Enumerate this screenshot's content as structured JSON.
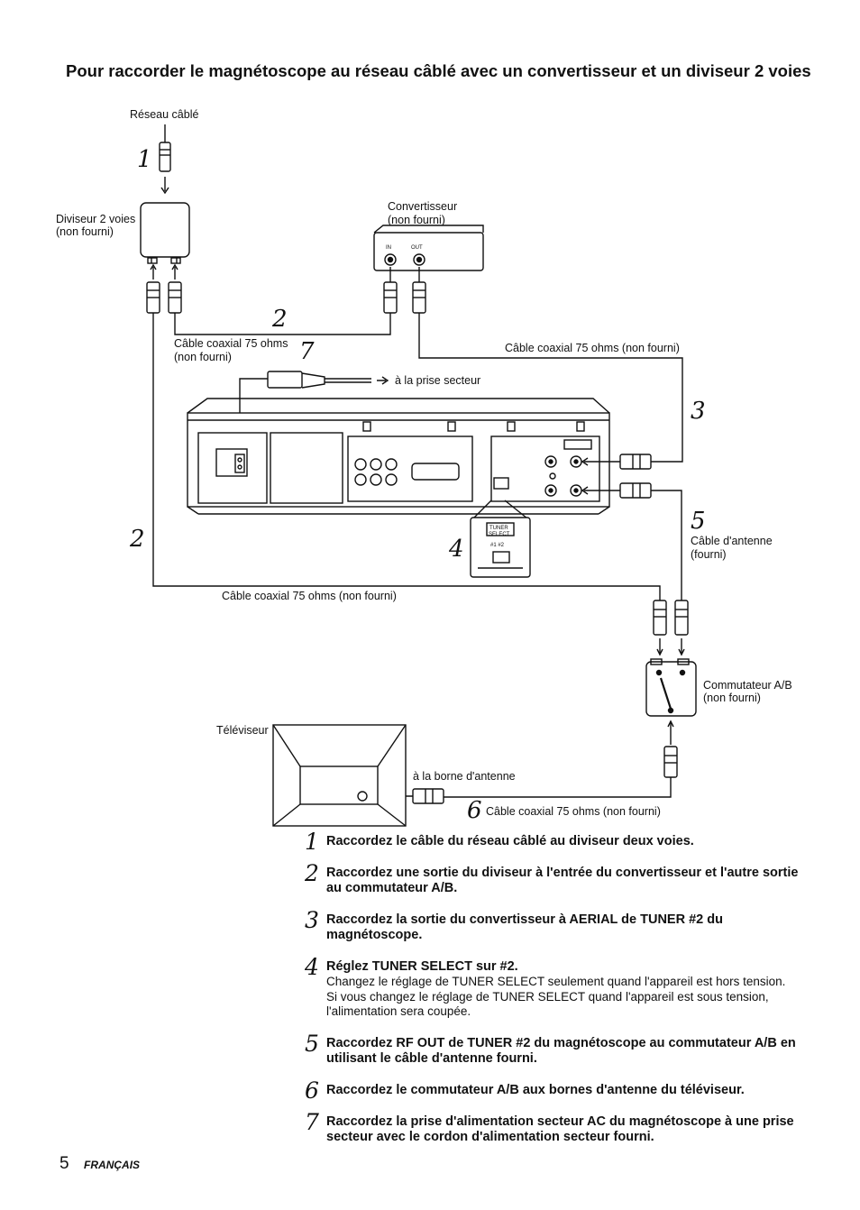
{
  "title": "Pour raccorder le magnétoscope au réseau câblé avec un convertisseur et un diviseur 2 voies",
  "diagram": {
    "labels": {
      "cable_network": "Réseau câblé",
      "splitter_line1": "Diviseur 2 voies",
      "splitter_line2": "(non fourni)",
      "converter_line1": "Convertisseur",
      "converter_line2": "(non fourni)",
      "converter_in": "IN",
      "converter_out": "OUT",
      "coax_top_left_line1": "Câble coaxial 75 ohms",
      "coax_top_left_line2": "(non fourni)",
      "coax_top_right": "Câble coaxial 75 ohms (non fourni)",
      "mains_outlet": "à la prise secteur",
      "coax_middle": "Câble coaxial 75 ohms (non fourni)",
      "antenna_cable_line1": "Câble d'antenne",
      "antenna_cable_line2": "(fourni)",
      "ab_switch_line1": "Commutateur A/B",
      "ab_switch_line2": "(non fourni)",
      "tv": "Téléviseur",
      "antenna_terminal": "à la borne d'antenne",
      "coax_bottom": "Câble coaxial 75 ohms (non fourni)",
      "tuner_select": "TUNER",
      "tuner_select2": "SELECT",
      "tuner_positions": "#1  #2"
    },
    "callouts": {
      "c1": "1",
      "c2a": "2",
      "c2b": "2",
      "c3": "3",
      "c4": "4",
      "c5": "5",
      "c6": "6",
      "c7": "7"
    }
  },
  "steps": [
    {
      "number": "1",
      "heading": "Raccordez le câble du réseau câblé au diviseur deux voies.",
      "body": []
    },
    {
      "number": "2",
      "heading": "Raccordez une sortie du diviseur à l'entrée du convertisseur et l'autre sortie au commutateur A/B.",
      "body": []
    },
    {
      "number": "3",
      "heading": "Raccordez la sortie du convertisseur à AERIAL de TUNER #2 du magnétoscope.",
      "body": []
    },
    {
      "number": "4",
      "heading": "Réglez TUNER SELECT sur #2.",
      "body": [
        "Changez le réglage de TUNER SELECT seulement quand l'appareil est hors tension.",
        "Si vous changez le réglage de TUNER SELECT quand l'appareil est sous tension, l'alimentation sera coupée."
      ]
    },
    {
      "number": "5",
      "heading": "Raccordez RF OUT de TUNER #2 du magnétoscope au commutateur A/B en utilisant le câble d'antenne fourni.",
      "body": []
    },
    {
      "number": "6",
      "heading": "Raccordez le commutateur A/B aux bornes d'antenne du téléviseur.",
      "body": []
    },
    {
      "number": "7",
      "heading": "Raccordez la prise d'alimentation secteur AC du magnétoscope à une prise secteur avec le cordon d'alimentation secteur fourni.",
      "body": []
    }
  ],
  "footer": {
    "page_number": "5",
    "language": "FRANÇAIS"
  }
}
